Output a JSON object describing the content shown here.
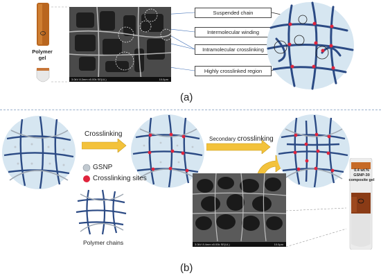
{
  "panel_a": {
    "label": "(a)",
    "vial_caption": "Polymer gel",
    "sem_caption": "3.0kV 8.3mm x5.00k SE(UL)",
    "sem_scale": "10.0μm",
    "callouts": [
      "Suspended chain",
      "Intermolecular winding",
      "Intramolecular crosslinking",
      "Highly crosslinked region"
    ],
    "colors": {
      "chain": "#2b4a84",
      "circle_fill": "#d6e6f1",
      "crosslink": "#e0243c"
    }
  },
  "panel_b": {
    "label": "(b)",
    "step1_label": "Crosslinking",
    "step2_label_prefix": "Secondary ",
    "step2_label_main": "crosslinking",
    "legend": {
      "gsnp": "GSNP",
      "crosslink_sites": "Crosslinking sites"
    },
    "polymer_chains_label": "Polymer chains",
    "sem_caption": "3.0kV 8.4mm x5.00k SE(UL)",
    "sem_scale": "10.0μm",
    "vial_caption_line1": "0.4 wt.%",
    "vial_caption_line2": "GSNP-30",
    "vial_caption_line3": "composite gel",
    "colors": {
      "arrow": "#f3c23b",
      "gsnp": "#b9c2ca",
      "crosslink": "#e0243c"
    }
  }
}
